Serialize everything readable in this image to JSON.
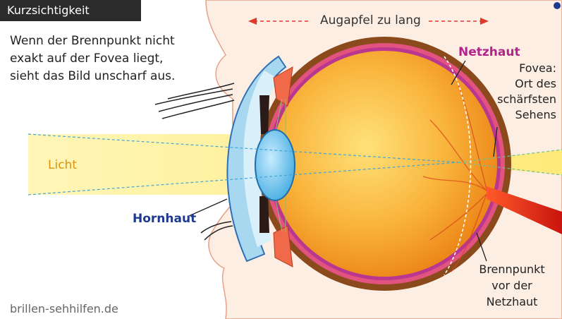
{
  "title": "Kurzsichtigkeit",
  "caption": "Wenn der Brennpunkt nicht\nexakt auf der Fovea liegt,\nsieht das Bild unscharf aus.",
  "labels": {
    "eyeball_length": "Augapfel zu lang",
    "retina": "Netzhaut",
    "fovea": "Fovea:\nOrt des\nschärfsten\nSehens",
    "light": "Licht",
    "cornea": "Hornhaut",
    "focal_point": "Brennpunkt\nvor der\nNetzhaut"
  },
  "source": "brillen-sehhilfen.de",
  "colors": {
    "title_bg": "#2b2b2b",
    "skin": "#fdeee4",
    "eyeball": "#f59a25",
    "sclera": "#8a4a1c",
    "retina": "#c0388f",
    "light_beam": "#fff3a6",
    "cornea": "#a8d8f0",
    "lens": "#4fb4e6",
    "optic_nerve": "#d9261c",
    "cornea_label": "#1d3a8f",
    "light_label": "#e0900a"
  }
}
